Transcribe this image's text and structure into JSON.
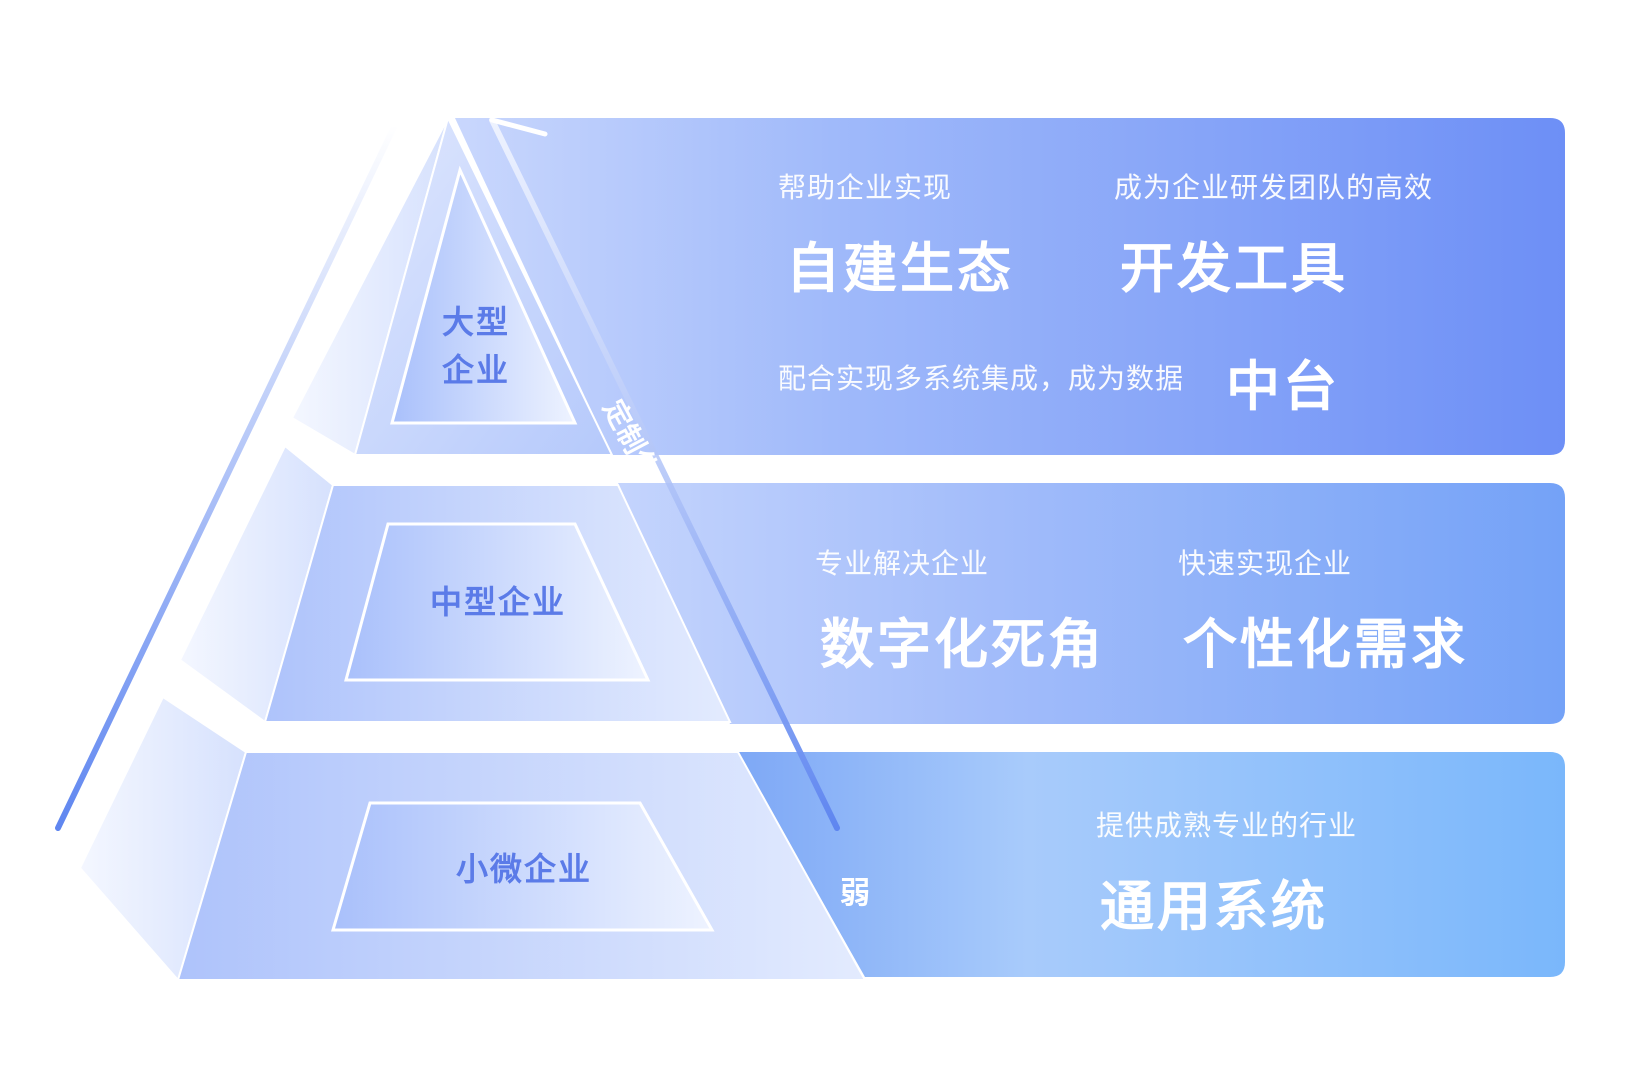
{
  "tiers": {
    "large": {
      "label_line1": "大型",
      "label_line2": "企业",
      "sub1": "帮助企业实现",
      "main1": "自建生态",
      "sub2": "成为企业研发团队的高效",
      "main2": "开发工具",
      "sub3": "配合实现多系统集成，成为数据",
      "main3": "中台"
    },
    "medium": {
      "label": "中型企业",
      "sub1": "专业解决企业",
      "main1": "数字化死角",
      "sub2": "快速实现企业",
      "main2": "个性化需求"
    },
    "small": {
      "label": "小微企业",
      "sub1": "提供成熟专业的行业",
      "main1": "通用系统"
    }
  },
  "axis": {
    "top_label": "定制化",
    "bottom_label": "弱"
  },
  "colors": {
    "band_dark": "#6f93f5",
    "band_light": "#a9c2fb",
    "label_blue": "#5b7be8",
    "line_blue": "#5f86f0"
  }
}
